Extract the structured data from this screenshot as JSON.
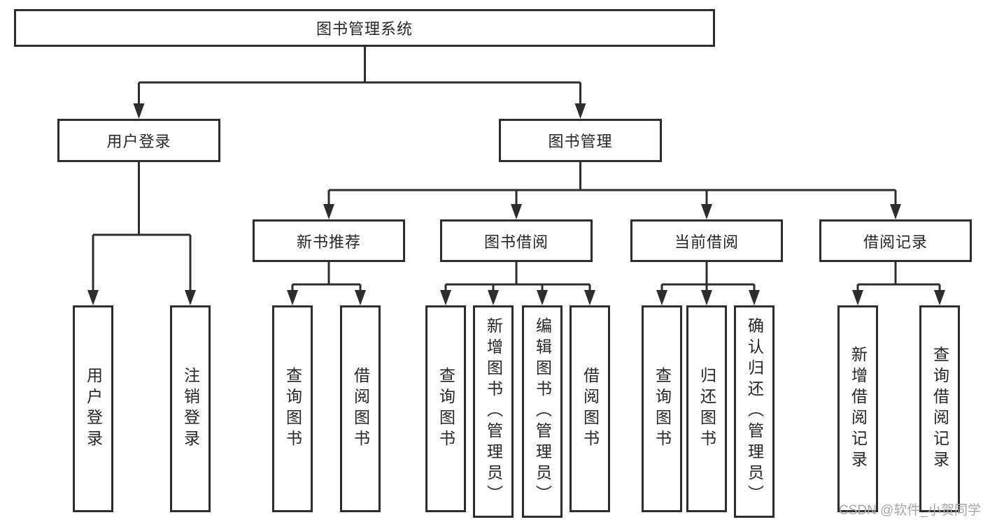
{
  "diagram": {
    "root": {
      "label": "图书管理系统"
    },
    "login": {
      "label": "用户登录"
    },
    "mgmt": {
      "label": "图书管理"
    },
    "newbook": {
      "label": "新书推荐"
    },
    "borrow": {
      "label": "图书借阅"
    },
    "current": {
      "label": "当前借阅"
    },
    "records": {
      "label": "借阅记录"
    },
    "leaves": {
      "login_user": "用户登录",
      "login_logout": "注销登录",
      "new_query": "查询图书",
      "new_borrow": "借阅图书",
      "bor_query": "查询图书",
      "bor_add": "新增图书（管理员）",
      "bor_edit": "编辑图书（管理员）",
      "bor_borrow": "借阅图书",
      "cur_query": "查询图书",
      "cur_return": "归还图书",
      "cur_confirm": "确认归还（管理员）",
      "rec_add": "新增借阅记录",
      "rec_query": "查询借阅记录"
    }
  },
  "watermark": "CSDN @软件_小贺同学",
  "colors": {
    "line": "#2d2d2d",
    "text": "#262626",
    "watermark": "#a6a6a6",
    "background": "#ffffff"
  }
}
